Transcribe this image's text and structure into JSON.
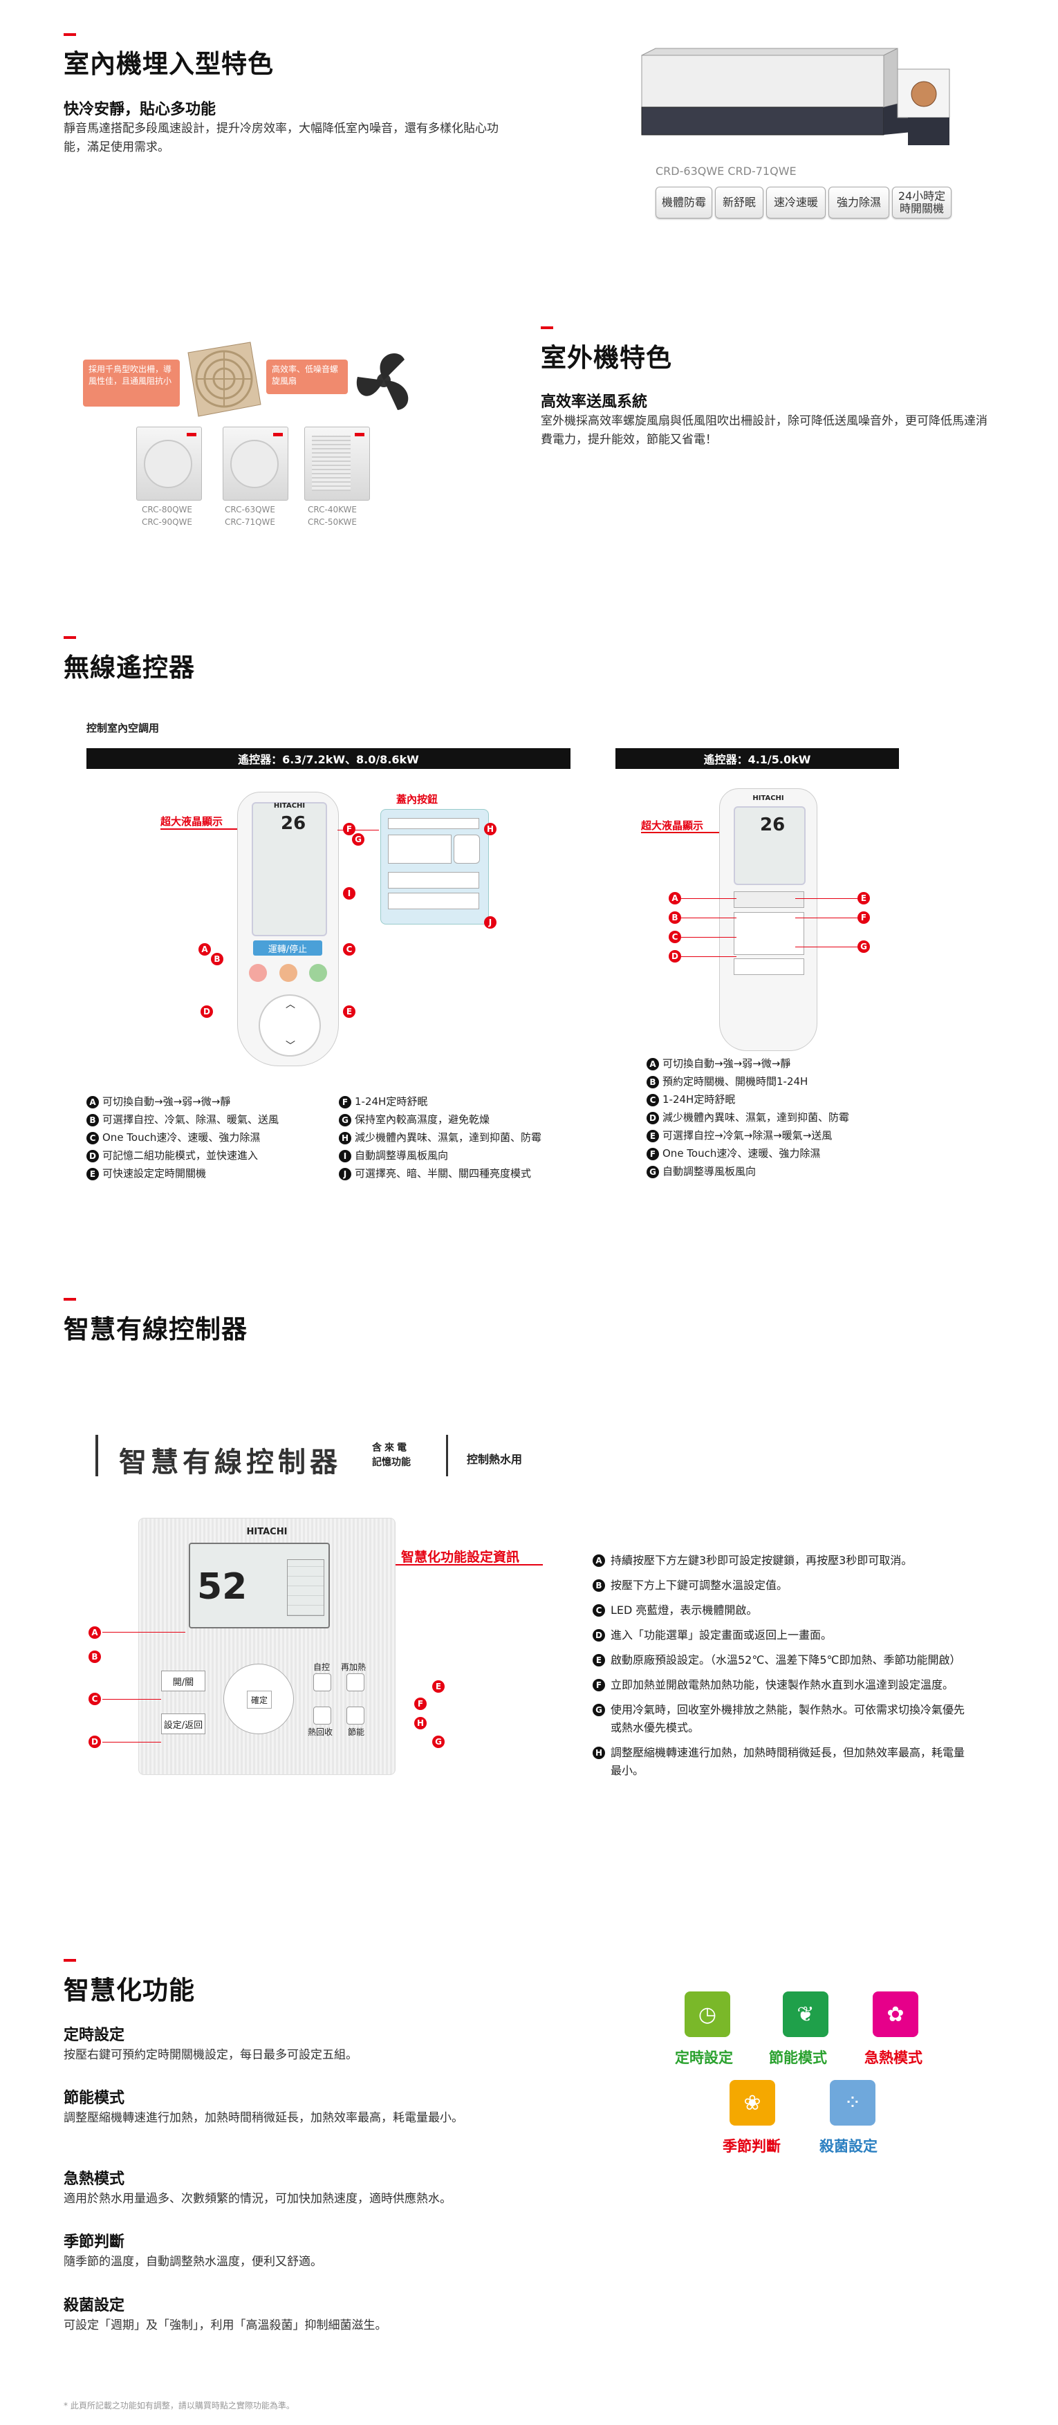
{
  "indoor": {
    "title": "室內機埋入型特色",
    "subtitle": "快冷安靜，貼心多功能",
    "body": "靜音馬達搭配多段風速設計，提升冷房效率，大幅降低室內噪音，還有多樣化貼心功能，滿足使用需求。",
    "models": "CRD-63QWE  CRD-71QWE",
    "badges": [
      "機體防霉",
      "新舒眠",
      "速冷速暖",
      "強力除濕",
      "24小時定時開關機"
    ]
  },
  "outdoor": {
    "title": "室外機特色",
    "subtitle": "高效率送風系統",
    "body": "室外機採高效率螺旋風扇與低風阻吹出柵設計，除可降低送風噪音外，更可降低馬達消費電力，提升能效，節能又省電！",
    "callout1": "採用千鳥型吹出柵，導風性佳，且通風阻抗小",
    "callout2": "高效率、低噪音螺旋風扇",
    "unit_captions": [
      [
        "CRC-80QWE",
        "CRC-90QWE"
      ],
      [
        "CRC-63QWE",
        "CRC-71QWE"
      ],
      [
        "CRC-40KWE",
        "CRC-50KWE"
      ]
    ]
  },
  "remote": {
    "title": "無線遙控器",
    "subtitle": "控制室內空調用",
    "bar1": "遙控器：6.3/7.2kW、8.0/8.6kW",
    "bar2": "遙控器：4.1/5.0kW",
    "lcd_label": "超大液晶顯示",
    "buttons_label": "蓋內按鈕",
    "brand": "HITACHI",
    "lcd_temp": "26",
    "run_stop": "運轉/停止",
    "left_items": [
      [
        "A",
        "可切換自動→強→弱→微→靜"
      ],
      [
        "B",
        "可選擇自控、冷氣、除濕、暖氣、送風"
      ],
      [
        "C",
        "One Touch速冷、速暖、強力除濕"
      ],
      [
        "D",
        "可記憶二組功能模式，並快速進入"
      ],
      [
        "E",
        "可快速設定定時開關機"
      ]
    ],
    "mid_items": [
      [
        "F",
        "1-24H定時舒眠"
      ],
      [
        "G",
        "保持室內較高濕度，避免乾燥"
      ],
      [
        "H",
        "減少機體內異味、濕氣，達到抑菌、防霉"
      ],
      [
        "I",
        "自動調整導風板風向"
      ],
      [
        "J",
        "可選擇亮、暗、半關、關四種亮度模式"
      ]
    ],
    "right_items": [
      [
        "A",
        "可切換自動→強→弱→微→靜"
      ],
      [
        "B",
        "預約定時關機、開機時間1-24H"
      ],
      [
        "C",
        "1-24H定時舒眠"
      ],
      [
        "D",
        "減少機體內異味、濕氣，達到抑菌、防霉"
      ],
      [
        "E",
        "可選擇自控→冷氣→除濕→暖氣→送風"
      ],
      [
        "F",
        "One Touch速冷、速暖、強力除濕"
      ],
      [
        "G",
        "自動調整導風板風向"
      ]
    ]
  },
  "wired": {
    "title": "智慧有線控制器",
    "banner_main": "智慧有線控制器",
    "banner_sub1": "含來電",
    "banner_sub2": "記憶功能",
    "banner_right": "控制熱水用",
    "info_label": "智慧化功能設定資訊",
    "brand": "HITACHI",
    "lcd_temp": "52",
    "btn_run": "開/關",
    "btn_mode": "設定/返回",
    "btn_ok": "確定",
    "btn_auto": "自控",
    "btn_reheat": "再加熱",
    "btn_heat": "熱回收",
    "btn_eco": "節能",
    "items": [
      [
        "A",
        "持續按壓下方左鍵3秒即可設定按鍵鎖，再按壓3秒即可取消。"
      ],
      [
        "B",
        "按壓下方上下鍵可調整水溫設定值。"
      ],
      [
        "C",
        "LED 亮藍燈，表示機體開啟。"
      ],
      [
        "D",
        "進入「功能選單」設定畫面或返回上一畫面。"
      ],
      [
        "E",
        "啟動原廠預設設定。（水溫52℃、溫差下降5℃即加熱、季節功能開啟）"
      ],
      [
        "F",
        "立即加熱並開啟電熱加熱功能，快速製作熱水直到水溫達到設定溫度。"
      ],
      [
        "G",
        "使用冷氣時，回收室外機排放之熱能，製作熱水。可依需求切換冷氣優先或熱水優先模式。"
      ],
      [
        "H",
        "調整壓縮機轉速進行加熱，加熱時間稍微延長，但加熱效率最高，耗電量最小。"
      ]
    ]
  },
  "smart": {
    "title": "智慧化功能",
    "sections": [
      {
        "h": "定時設定",
        "p": "按壓右鍵可預約定時開關機設定，每日最多可設定五組。"
      },
      {
        "h": "節能模式",
        "p": "調整壓縮機轉速進行加熱，加熱時間稍微延長，加熱效率最高，耗電量最小。"
      },
      {
        "h": "急熱模式",
        "p": "適用於熱水用量過多、次數頻繁的情況，可加快加熱速度，適時供應熱水。"
      },
      {
        "h": "季節判斷",
        "p": "隨季節的溫度，自動調整熱水溫度，便利又舒適。"
      },
      {
        "h": "殺菌設定",
        "p": "可設定「週期」及「強制」，利用「高溫殺菌」抑制細菌滋生。"
      }
    ],
    "icons": [
      {
        "label": "定時設定",
        "color": "#7ab829",
        "icon": "timer-icon",
        "glyph": "◷"
      },
      {
        "label": "節能模式",
        "color": "#1fa04a",
        "icon": "leaf-icon",
        "glyph": "❦"
      },
      {
        "label": "急熱模式",
        "color": "#e6008a",
        "icon": "flame-flower-icon",
        "glyph": "✿"
      },
      {
        "label": "季節判斷",
        "color": "#f5a800",
        "icon": "sun-flower-icon",
        "glyph": "❀"
      },
      {
        "label": "殺菌設定",
        "color": "#6fa8dc",
        "icon": "germ-icon",
        "glyph": "⁘"
      }
    ],
    "label_colors": {
      "timer": "#2aa12e",
      "eco": "#2aa12e",
      "rapid": "#e60012",
      "season": "#e60012",
      "sterile": "#2a7fc1"
    }
  },
  "footer": "* 此頁所記載之功能如有調整，請以購買時點之實際功能為準。"
}
